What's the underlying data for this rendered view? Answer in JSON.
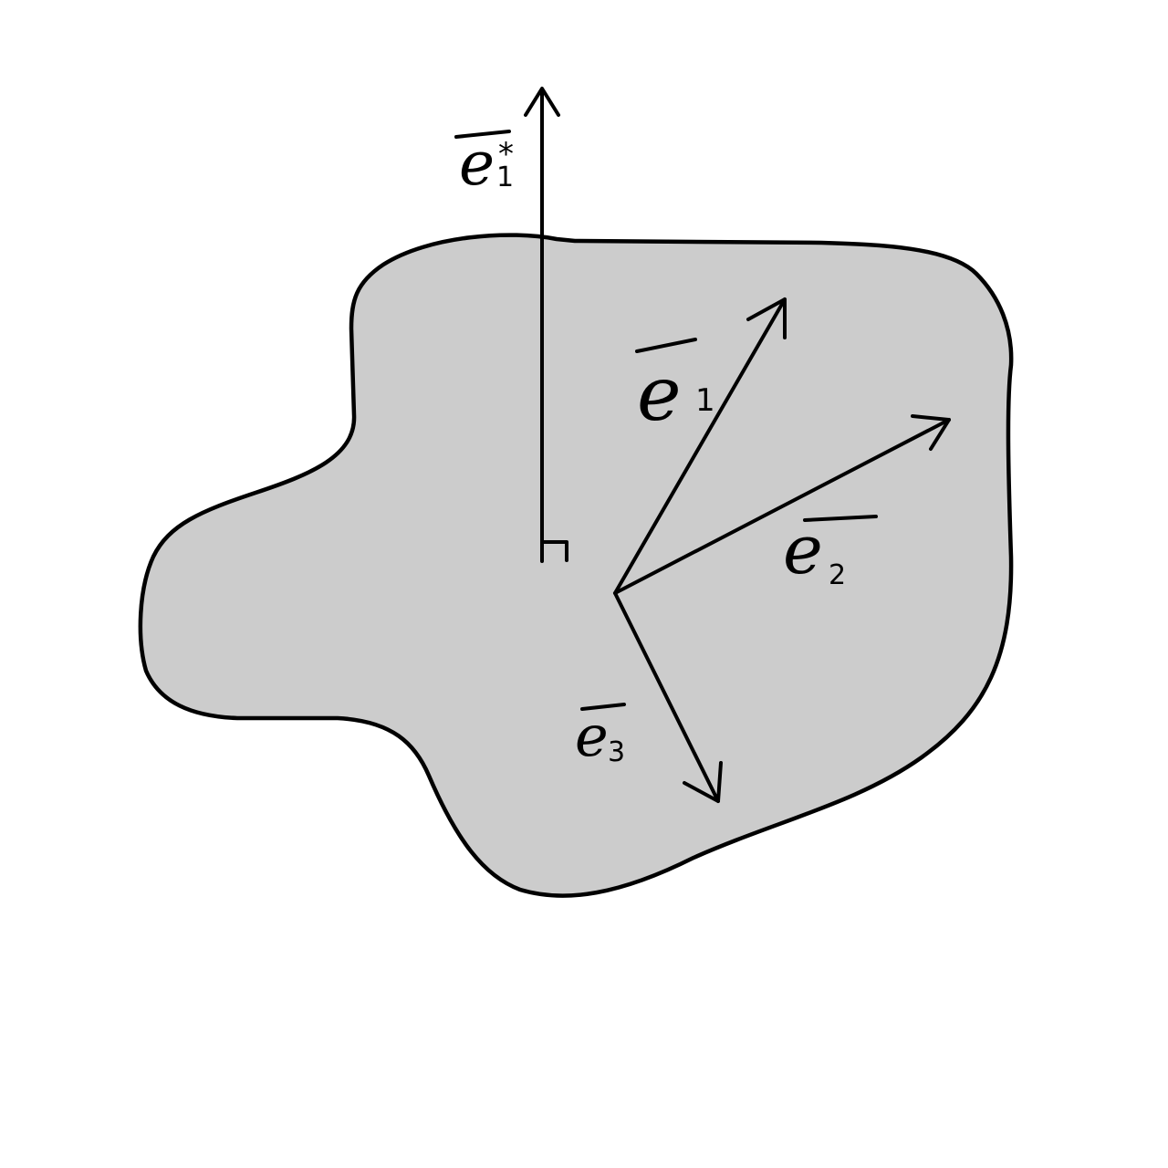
{
  "diagram": {
    "vectors": [
      {
        "id": "e1_star",
        "letter": "e",
        "subscript": "1",
        "superscript": "*"
      },
      {
        "id": "e1",
        "letter": "e",
        "subscript": "1",
        "superscript": ""
      },
      {
        "id": "e2",
        "letter": "e",
        "subscript": "2",
        "superscript": ""
      },
      {
        "id": "e3",
        "letter": "e",
        "subscript": "3",
        "superscript": ""
      }
    ],
    "colors": {
      "region_fill": "#cccccc",
      "stroke": "#000000",
      "background": "#ffffff"
    }
  }
}
